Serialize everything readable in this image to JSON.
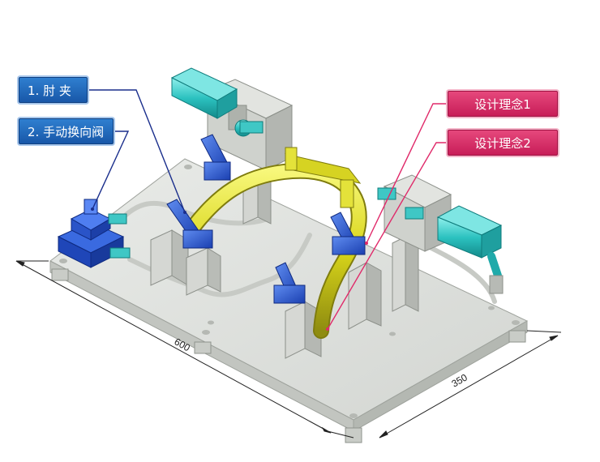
{
  "callouts": {
    "elbow_clamp": "1. 肘 夹",
    "manual_valve": "2. 手动换向阀",
    "design_concept_1": "设计理念1",
    "design_concept_2": "设计理念2"
  },
  "dimensions": {
    "length": "600",
    "width": "350"
  },
  "colors": {
    "blue_callout": "#1c5fb0",
    "pink_callout": "#d42a62",
    "tube_yellow": "#e2e21c",
    "clamp_blue": "#1f4fd0",
    "cylinder_teal": "#2fc4c4",
    "plate_gray": "#dcdedb"
  }
}
